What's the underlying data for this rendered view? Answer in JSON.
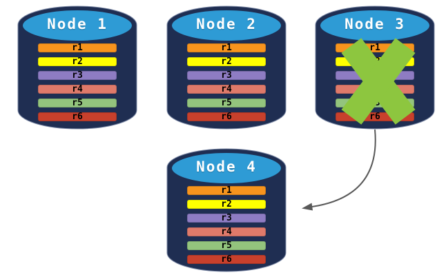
{
  "diagram": {
    "description": "Four database nodes each storing replicas r1-r6; Node 3 is crossed out (failed) and an arrow indicates failover replication to Node 4",
    "nodes": [
      {
        "label": "Node 1",
        "failed": false
      },
      {
        "label": "Node 2",
        "failed": false
      },
      {
        "label": "Node 3",
        "failed": true
      },
      {
        "label": "Node 4",
        "failed": false
      }
    ],
    "replicas": [
      {
        "label": "r1",
        "color": "#F7941D"
      },
      {
        "label": "r2",
        "color": "#FFFF00"
      },
      {
        "label": "r3",
        "color": "#8E7CC3"
      },
      {
        "label": "r4",
        "color": "#DF7A6A"
      },
      {
        "label": "r5",
        "color": "#93C47D"
      },
      {
        "label": "r6",
        "color": "#C8402C"
      }
    ],
    "colors": {
      "cylinder_body": "#1F2E52",
      "cylinder_edge": "#7C89A6",
      "cylinder_top": "#2E9BD5",
      "cylinder_top_rim": "#1F2E52",
      "failure_cross": "#8DC63F",
      "arrow": "#595959",
      "node_label_text": "#FFFFFF",
      "bar_text": "#000000",
      "background": "#FFFFFF"
    },
    "arrow": {
      "from": "Node 3",
      "to": "Node 4"
    }
  }
}
